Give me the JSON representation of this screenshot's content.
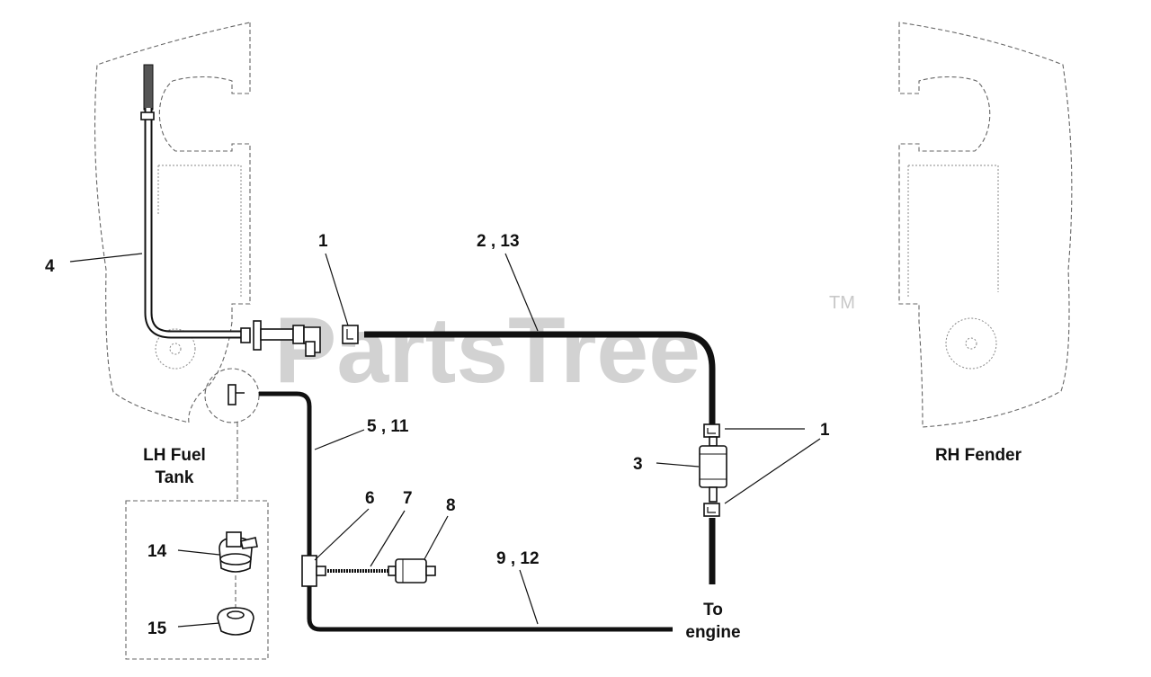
{
  "watermark": {
    "brand": "PartsTree",
    "trademark": "TM"
  },
  "labels": {
    "lh_fuel_tank_line1": "LH Fuel",
    "lh_fuel_tank_line2": "Tank",
    "rh_fender": "RH Fender",
    "to_engine_line1": "To",
    "to_engine_line2": "engine"
  },
  "callouts": {
    "c1_top": "1",
    "c2_13": "2 , 13",
    "c1_right": "1",
    "c3": "3",
    "c4": "4",
    "c5_11": "5 , 11",
    "c6": "6",
    "c7": "7",
    "c8": "8",
    "c9_12": "9 , 12",
    "c14": "14",
    "c15": "15"
  },
  "colors": {
    "line": "#111111",
    "outline": "#666666",
    "watermark": "#d2d2d2"
  }
}
